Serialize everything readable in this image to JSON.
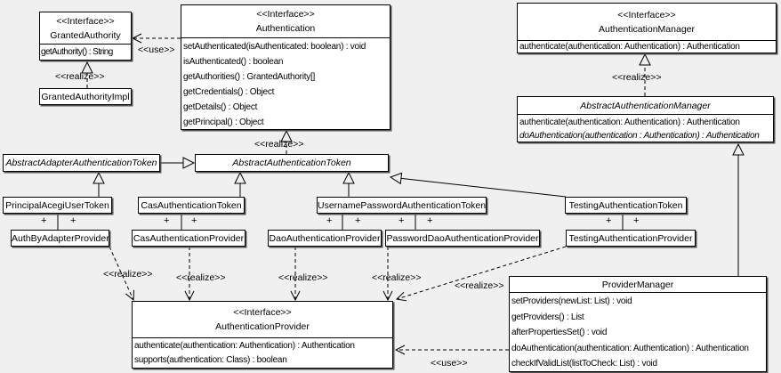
{
  "connector_labels": {
    "use": "<<use>>",
    "realize": "<<realize>>",
    "plus": "+"
  },
  "classes": {
    "granted_authority": {
      "stereotype": "<<Interface>>",
      "name": "GrantedAuthority",
      "methods": [
        "getAuthority() : String"
      ]
    },
    "granted_authority_impl": {
      "name": "GrantedAuthorityImpl"
    },
    "authentication": {
      "stereotype": "<<Interface>>",
      "name": "Authentication",
      "methods": [
        "setAuthenticated(isAuthenticated: boolean) : void",
        "isAuthenticated() : boolean",
        "getAuthorities() : GrantedAuthority[]",
        "getCredentials() : Object",
        "getDetails() : Object",
        "getPrincipal() : Object"
      ]
    },
    "authentication_manager": {
      "stereotype": "<<Interface>>",
      "name": "AuthenticationManager",
      "methods": [
        "authenticate(authentication: Authentication) : Authentication"
      ]
    },
    "abstract_authentication_manager": {
      "name": "AbstractAuthenticationManager",
      "methods": [
        "authenticate(authentication: Authentication) : Authentication",
        "doAuthentication(authentication : Authentication) : Authentication"
      ]
    },
    "abstract_adapter_authentication_token": {
      "name": "AbstractAdapterAuthenticationToken"
    },
    "abstract_authentication_token": {
      "name": "AbstractAuthenticationToken"
    },
    "principal_acegi_user_token": {
      "name": "PrincipalAcegiUserToken"
    },
    "cas_authentication_token": {
      "name": "CasAuthenticationToken"
    },
    "username_password_authentication_token": {
      "name": "UsernamePasswordAuthenticationToken"
    },
    "testing_authentication_token": {
      "name": "TestingAuthenticationToken"
    },
    "auth_by_adapter_provider": {
      "name": "AuthByAdapterProvider"
    },
    "cas_authentication_provider": {
      "name": "CasAuthenticationProvider"
    },
    "dao_authentication_provider": {
      "name": "DaoAuthenticationProvider"
    },
    "password_dao_authentication_provider": {
      "name": "PasswordDaoAuthenticationProvider"
    },
    "testing_authentication_provider": {
      "name": "TestingAuthenticationProvider"
    },
    "authentication_provider": {
      "stereotype": "<<Interface>>",
      "name": "AuthenticationProvider",
      "methods": [
        "authenticate(authentication: Authentication) : Authentication",
        "supports(authentication: Class) : boolean"
      ]
    },
    "provider_manager": {
      "name": "ProviderManager",
      "methods": [
        "setProviders(newList: List) : void",
        "getProviders() : List",
        "afterPropertiesSet() : void",
        "doAuthentication(authentication: Authentication) : Authentication",
        "checkIfValidList(listToCheck: List) : void"
      ]
    }
  }
}
